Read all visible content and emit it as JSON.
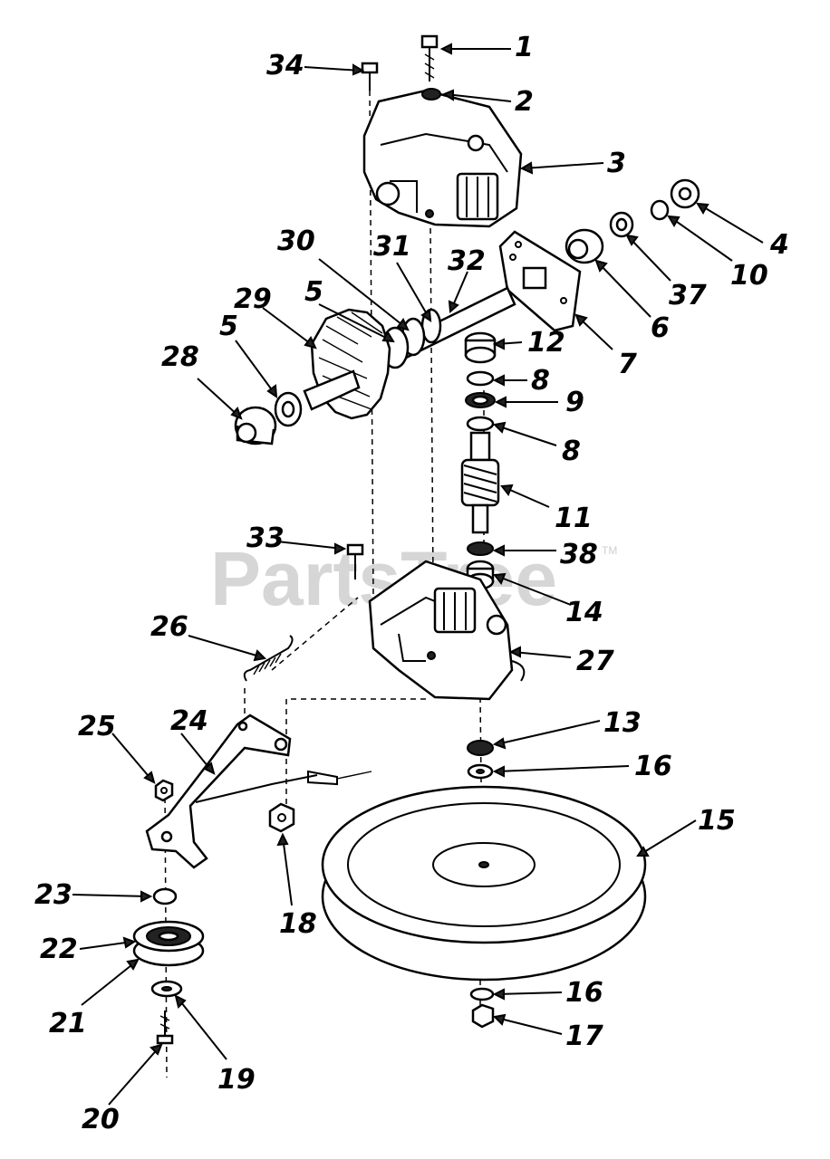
{
  "watermark": {
    "text": "PartsTree",
    "tm": "TM"
  },
  "callouts": {
    "c1": "1",
    "c2": "2",
    "c3": "3",
    "c4": "4",
    "c5a": "5",
    "c5b": "5",
    "c6": "6",
    "c7": "7",
    "c8a": "8",
    "c8b": "8",
    "c9": "9",
    "c10": "10",
    "c11": "11",
    "c12": "12",
    "c13": "13",
    "c14": "14",
    "c15": "15",
    "c16a": "16",
    "c16b": "16",
    "c17": "17",
    "c18": "18",
    "c19": "19",
    "c20": "20",
    "c21": "21",
    "c22": "22",
    "c23": "23",
    "c24": "24",
    "c25": "25",
    "c26": "26",
    "c27": "27",
    "c28": "28",
    "c29": "29",
    "c30": "30",
    "c31": "31",
    "c32": "32",
    "c33": "33",
    "c34": "34",
    "c37": "37",
    "c38": "38"
  }
}
